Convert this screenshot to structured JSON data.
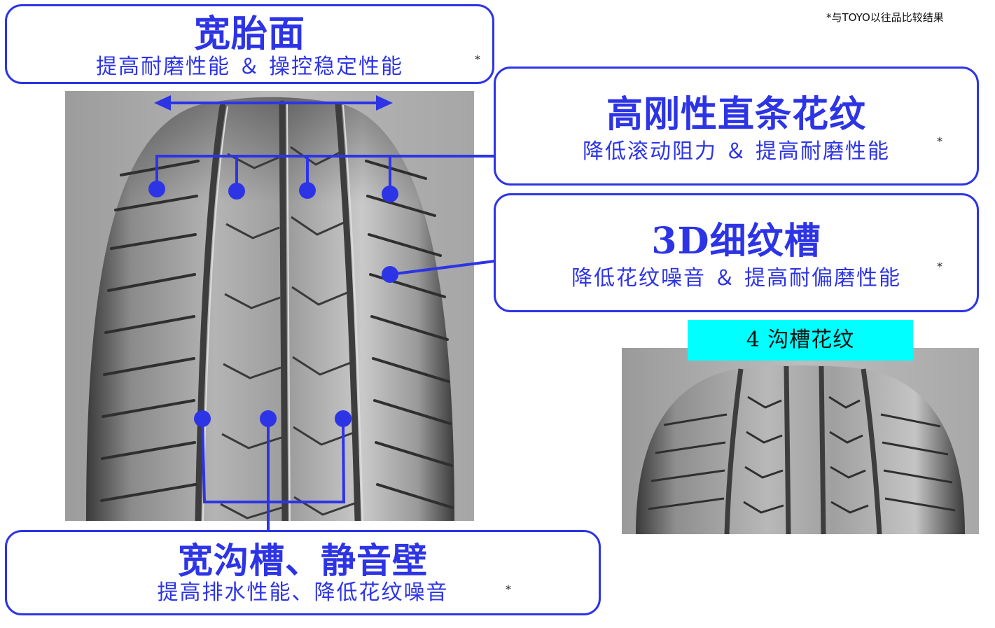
{
  "footnote": "*与TOYO以往品比较结果",
  "callouts": {
    "wide_tread": {
      "title": "宽胎面",
      "subtitle": "提高耐磨性能 ＆ 操控稳定性能",
      "mark": "*"
    },
    "rib_pattern": {
      "title": "高刚性直条花纹",
      "subtitle": "降低滚动阻力 ＆ 提高耐磨性能",
      "mark": "*"
    },
    "sipes_3d": {
      "title": "3D细纹槽",
      "subtitle": "降低花纹噪音 ＆ 提高耐偏磨性能",
      "mark": "*"
    },
    "wide_groove": {
      "title": "宽沟槽、静音壁",
      "subtitle": "提高排水性能、降低花纹噪音",
      "mark": "*"
    }
  },
  "comparison": {
    "label": "4 沟槽花纹"
  },
  "colors": {
    "accent": "#2d34e6",
    "highlight": "#00ffff",
    "tire_dark": "#4a4a4a",
    "tire_light": "#c8c8c8"
  }
}
